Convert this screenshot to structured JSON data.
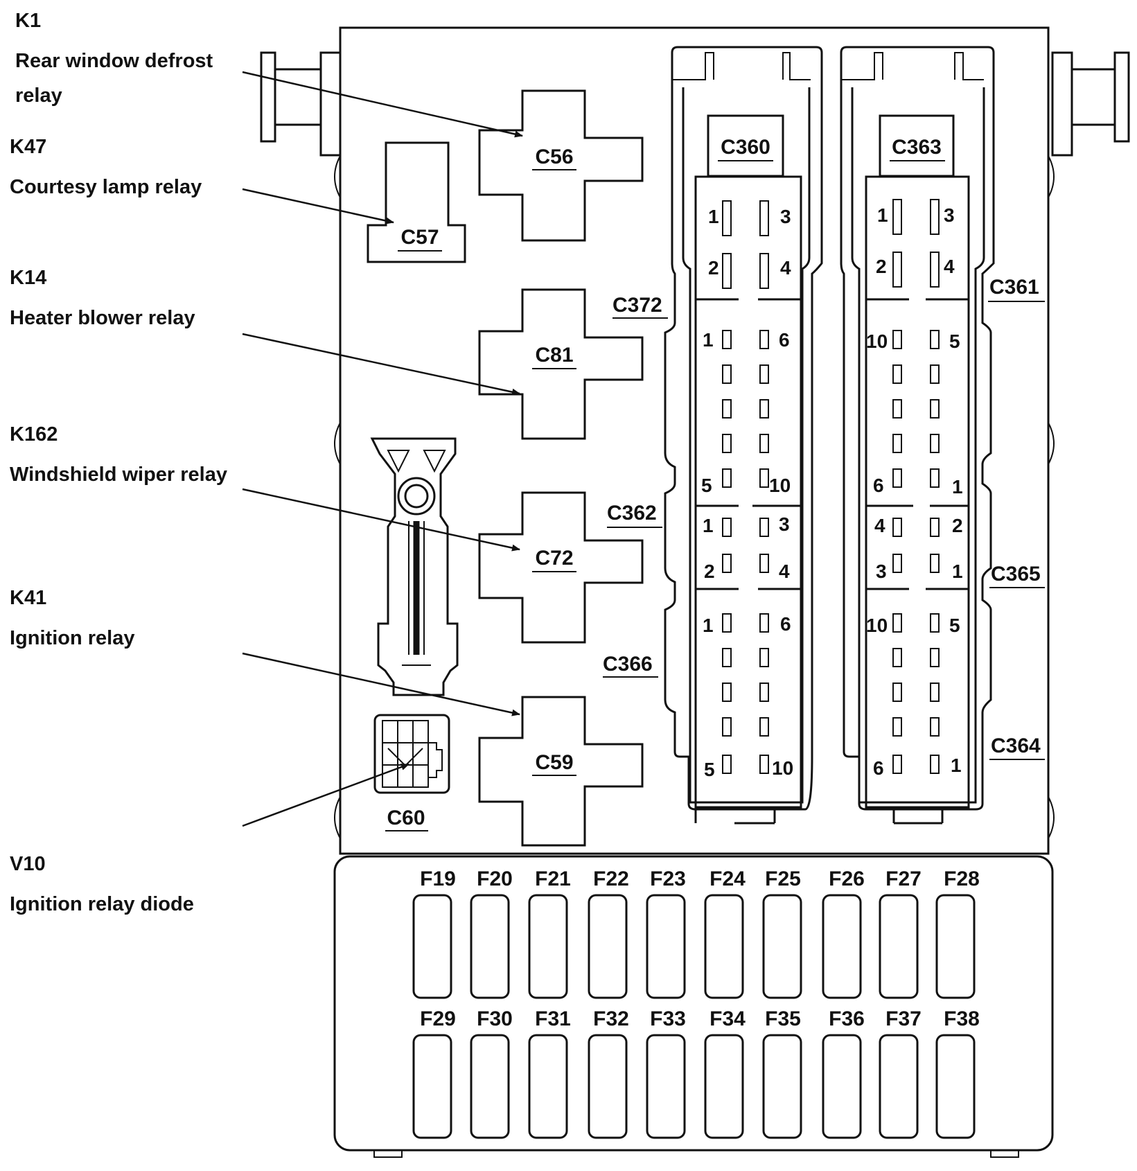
{
  "callouts": {
    "k1": {
      "code": "K1",
      "desc": "Rear window defrost relay"
    },
    "k47": {
      "code": "K47",
      "desc": "Courtesy lamp relay"
    },
    "k14": {
      "code": "K14",
      "desc": "Heater blower relay"
    },
    "k162": {
      "code": "K162",
      "desc": "Windshield wiper relay"
    },
    "k41": {
      "code": "K41",
      "desc": "Ignition relay"
    },
    "v10": {
      "code": "V10",
      "desc": "Ignition relay diode"
    }
  },
  "relays": {
    "c56": "C56",
    "c57": "C57",
    "c81": "C81",
    "c72": "C72",
    "c59": "C59",
    "c60": "C60"
  },
  "connector_labels": {
    "c360": "C360",
    "c363": "C363",
    "c372": "C372",
    "c361": "C361",
    "c362": "C362",
    "c365": "C365",
    "c366": "C366",
    "c364": "C364"
  },
  "pins": {
    "c360": [
      "1",
      "3",
      "2",
      "4"
    ],
    "c372": [
      "1",
      "6",
      "5",
      "10"
    ],
    "c362": [
      "1",
      "3",
      "2",
      "4"
    ],
    "c366": [
      "1",
      "6",
      "5",
      "10"
    ],
    "c363": [
      "1",
      "3",
      "2",
      "4"
    ],
    "c361": [
      "10",
      "5",
      "6",
      "1"
    ],
    "c365": [
      "4",
      "2",
      "3",
      "1"
    ],
    "c364": [
      "10",
      "5",
      "6",
      "1"
    ]
  },
  "fuses_top": [
    "F19",
    "F20",
    "F21",
    "F22",
    "F23",
    "F24",
    "F25",
    "F26",
    "F27",
    "F28"
  ],
  "fuses_bottom": [
    "F29",
    "F30",
    "F31",
    "F32",
    "F33",
    "F34",
    "F35",
    "F36",
    "F37",
    "F38"
  ]
}
